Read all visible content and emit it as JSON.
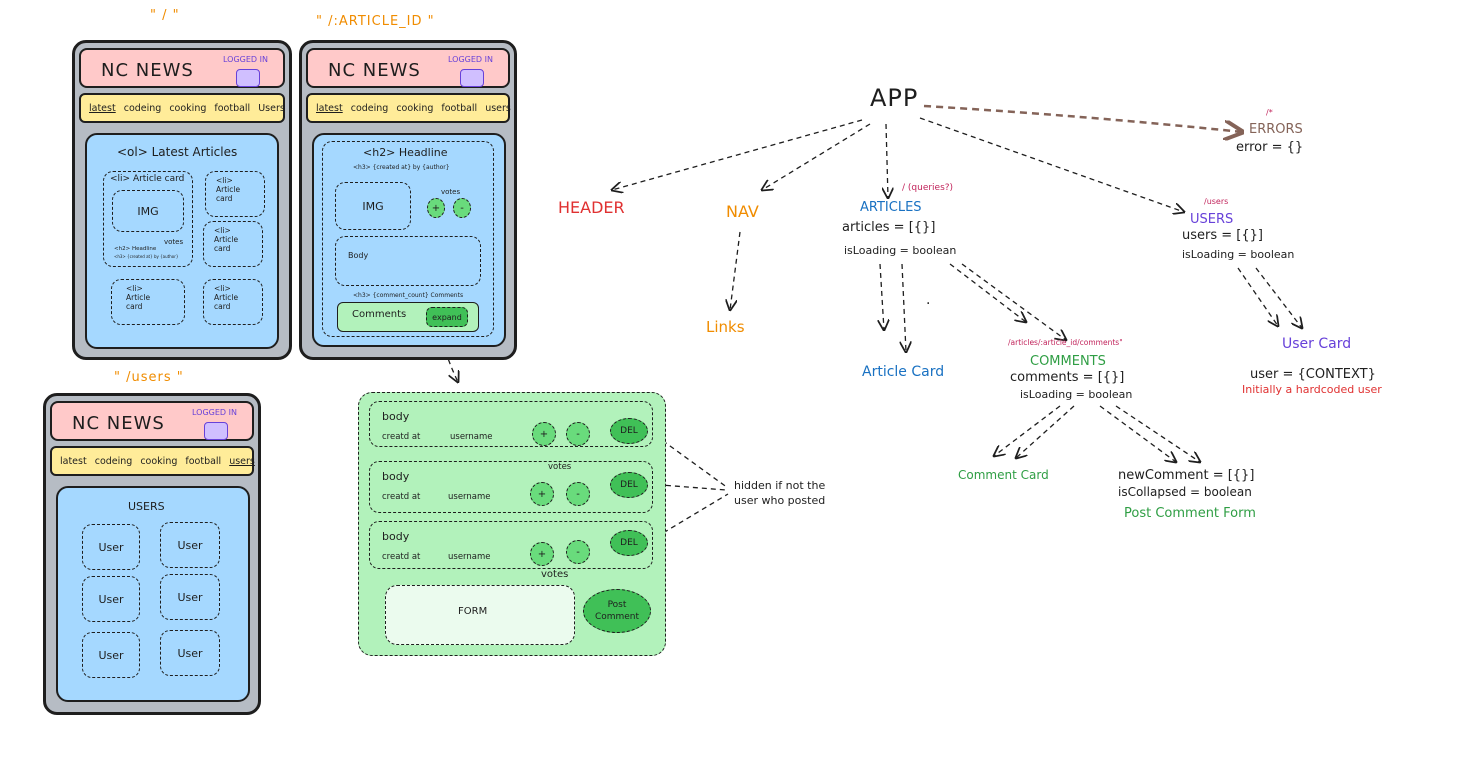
{
  "routes": {
    "home": "\" / \"",
    "article": "\" /:ARTICLE_ID \"",
    "users": "\" /users \""
  },
  "header": {
    "title": "NC NEWS",
    "logged": "LOGGED IN"
  },
  "nav_home": [
    "latest",
    "codeing",
    "cooking",
    "football",
    "Users"
  ],
  "nav_article": [
    "latest",
    "codeing",
    "cooking",
    "football",
    "users"
  ],
  "nav_users": [
    "latest",
    "codeing",
    "cooking",
    "football",
    "users"
  ],
  "home": {
    "heading": "<ol> Latest Articles",
    "card_main": "<li> Article card",
    "img": "IMG",
    "votes": "votes",
    "headline_small": "<h2> Headline",
    "sub_small": "<h3> {created at} by {author}",
    "cards": [
      "<li>\nArticle\ncard",
      "<li>\nArticle\ncard",
      "<li>\nArticle\ncard",
      "<li>\nArticle\ncard"
    ]
  },
  "article": {
    "headline": "<h2> Headline",
    "sub": "<h3> {created at} by {author}",
    "img": "IMG",
    "votes": "votes",
    "plus": "+",
    "minus": "-",
    "body": "Body",
    "comment_count": "<h3> {comment_count} Comments",
    "comments": "Comments",
    "expand": "expand"
  },
  "users_page": {
    "heading": "USERS",
    "user": "User"
  },
  "comments_panel": {
    "body": "body",
    "created": "creatd at",
    "username": "username",
    "votes": "votes",
    "plus": "+",
    "minus": "-",
    "del": "DEL",
    "form": "FORM",
    "post": "Post\nComment"
  },
  "note": "hidden if not the\nuser who posted",
  "tree": {
    "app": "APP",
    "header": "HEADER",
    "nav": "NAV",
    "links": "Links",
    "articles_route": "/ (queries?)",
    "articles": "ARTICLES",
    "articles_state": "articles = [{}]",
    "articles_loading": "isLoading = boolean",
    "dot": ".",
    "article_card": "Article Card",
    "comments_route": "/articles/:article_id/comments\"",
    "comments": "COMMENTS",
    "comments_state": "comments = [{}]",
    "comments_loading": "isLoading = boolean",
    "comment_card": "Comment Card",
    "new_comment": "newComment = [{}]",
    "collapsed": "isCollapsed = boolean",
    "post_form": "Post Comment Form",
    "errors_route": "/*",
    "errors": "ERRORS",
    "errors_state": "error = {}",
    "users_route": "/users",
    "users": "USERS",
    "users_state": "users = [{}]",
    "users_loading": "isLoading = boolean",
    "user_card": "User Card",
    "user_ctx": "user = {CONTEXT}",
    "user_note": "Initially a hardcoded user"
  },
  "colors": {
    "red": "#e03131",
    "orange": "#f08c00",
    "blue": "#1971c2",
    "green": "#2f9e44",
    "purple": "#6741d9",
    "brown": "#846358",
    "pink": "#c2255c"
  }
}
